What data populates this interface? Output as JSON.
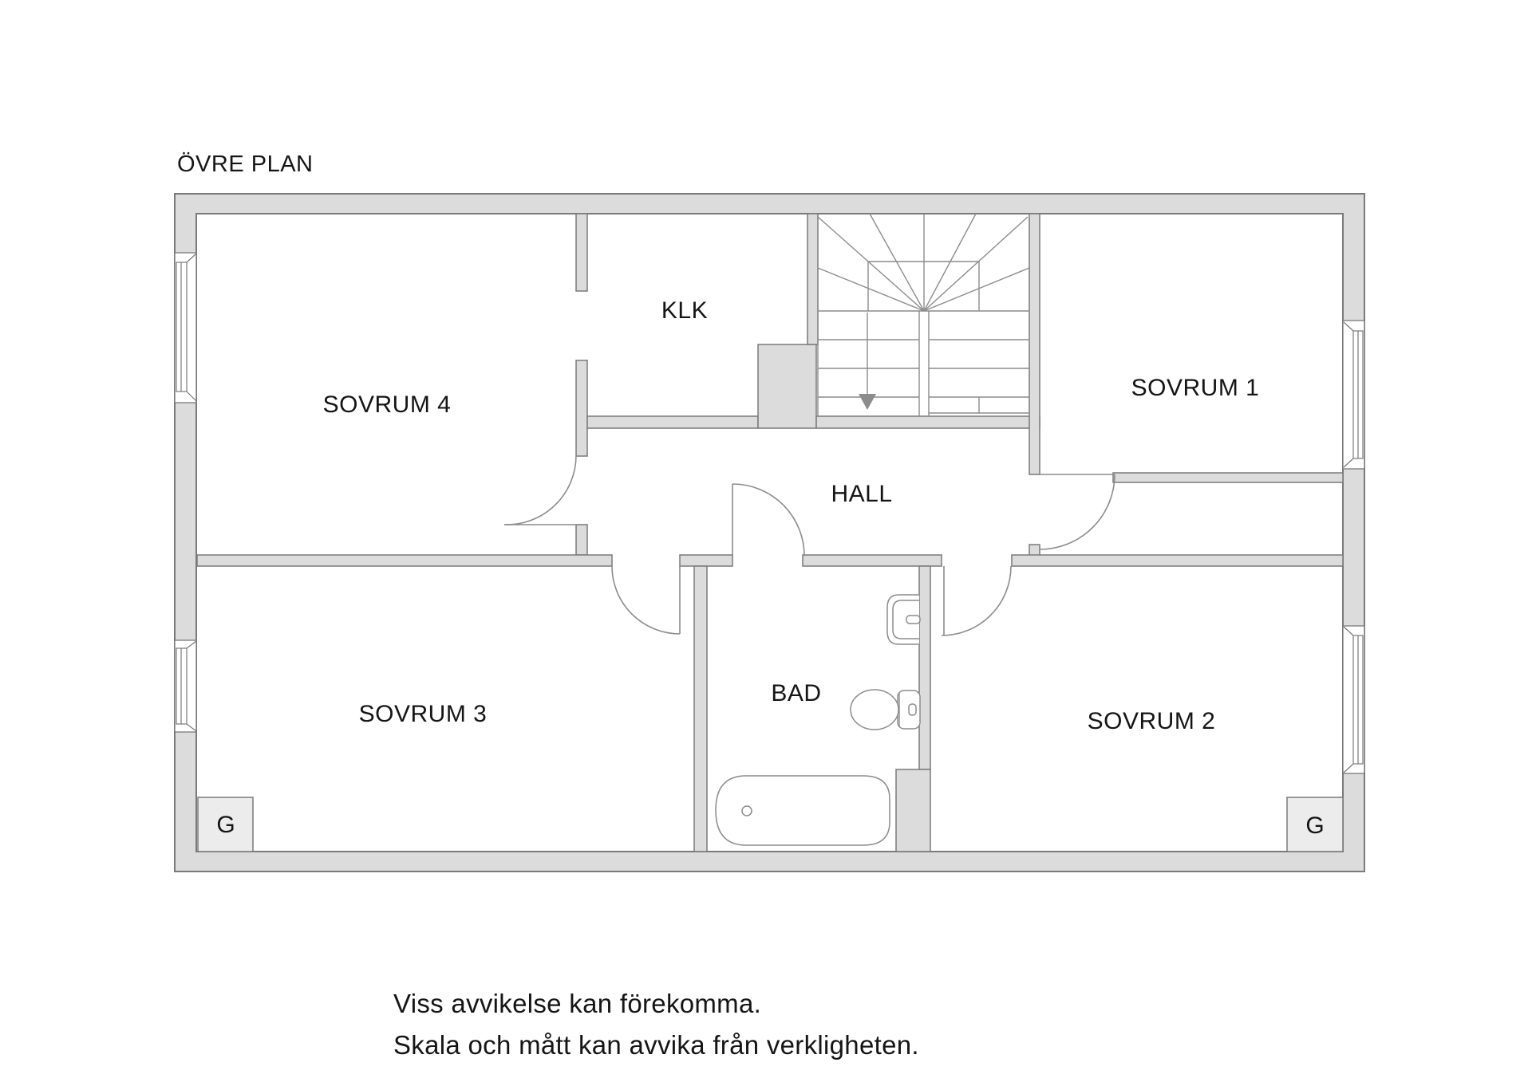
{
  "title": "ÖVRE PLAN",
  "rooms": {
    "sovrum4": {
      "label": "SOVRUM 4"
    },
    "klk": {
      "label": "KLK"
    },
    "sovrum1": {
      "label": "SOVRUM 1"
    },
    "hall": {
      "label": "HALL"
    },
    "sovrum3": {
      "label": "SOVRUM 3"
    },
    "bad": {
      "label": "BAD"
    },
    "sovrum2": {
      "label": "SOVRUM 2"
    }
  },
  "closets": {
    "left": {
      "label": "G"
    },
    "right": {
      "label": "G"
    }
  },
  "footer": {
    "line1": "Viss avvikelse kan förekomma.",
    "line2": "Skala och mått kan avvika från verkligheten."
  },
  "colors": {
    "bg": "#ffffff",
    "wall-fill": "#dcdcdc",
    "wall-stroke": "#7a7a7a",
    "closet-fill": "#ececec",
    "line": "#8c8c8c",
    "text": "#151515"
  }
}
